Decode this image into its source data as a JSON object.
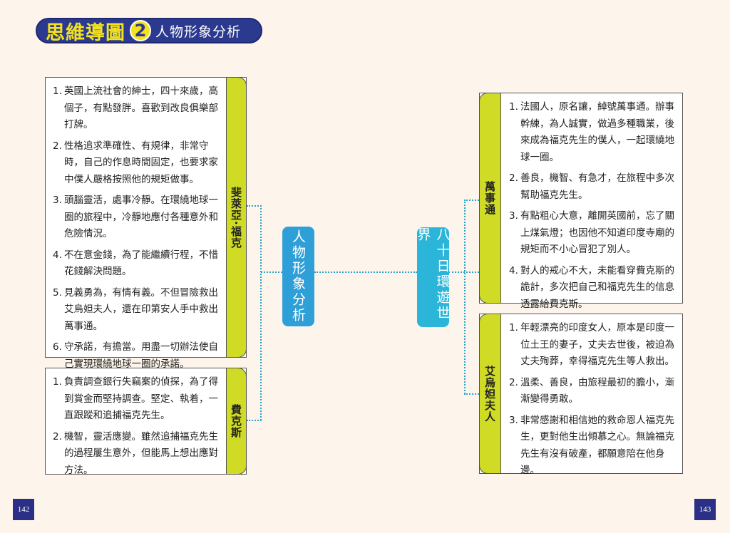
{
  "header": {
    "title": "思維導圖",
    "number": "2",
    "subtitle": "人物形象分析"
  },
  "center": {
    "topic": "人物形象分析",
    "book": "八十日環遊世界"
  },
  "characters": {
    "fogg": {
      "name": "斐萊亞·福克",
      "items": [
        "英國上流社會的紳士，四十來歲，高個子，有點發胖。喜歡到改良俱樂部打牌。",
        "性格追求準確性、有規律，非常守時，自己的作息時間固定，也要求家中僕人嚴格按照他的規矩做事。",
        "頭腦靈活，處事冷靜。在環繞地球一圈的旅程中，冷靜地應付各種意外和危險情況。",
        "不在意金錢，為了能繼續行程，不惜花錢解決問題。",
        "見義勇為，有情有義。不但冒險救出艾烏妲夫人，還在印第安人手中救出萬事通。",
        "守承諾，有擔當。用盡一切辦法使自己實現環繞地球一圈的承諾。"
      ]
    },
    "fix": {
      "name": "費克斯",
      "items": [
        "負責調查銀行失竊案的偵探，為了得到賞金而堅持調查。堅定、執着，一直跟蹤和追捕福克先生。",
        "機智，靈活應變。雖然追捕福克先生的過程屢生意外，但能馬上想出應對方法。"
      ]
    },
    "passepartout": {
      "name": "萬事通",
      "items": [
        "法國人，原名讓，綽號萬事通。辦事幹練，為人誠實，做過多種職業，後來成為福克先生的僕人，一起環繞地球一圈。",
        "善良，機智、有急才，在旅程中多次幫助福克先生。",
        "有點粗心大意，離開英國前，忘了關上煤氣燈；也因他不知道印度寺廟的規矩而不小心冒犯了別人。",
        "對人的戒心不大，未能看穿費克斯的詭計，多次把自己和福克先生的信息透露給費克斯。"
      ]
    },
    "aouda": {
      "name": "艾烏妲夫人",
      "items": [
        "年輕漂亮的印度女人，原本是印度一位土王的妻子，丈夫去世後，被迫為丈夫殉葬，幸得福克先生等人救出。",
        "溫柔、善良，由旅程最初的膽小，漸漸變得勇敢。",
        "非常感謝和相信她的救命恩人福克先生，更對他生出傾慕之心。無論福克先生有沒有破產，都願意陪在他身邊。"
      ]
    }
  },
  "pages": {
    "left": "142",
    "right": "143"
  },
  "colors": {
    "tab": "#cfdb24",
    "node1": "#2f9fd8",
    "node2": "#2bb5d8",
    "banner": "#2b3a8f"
  }
}
